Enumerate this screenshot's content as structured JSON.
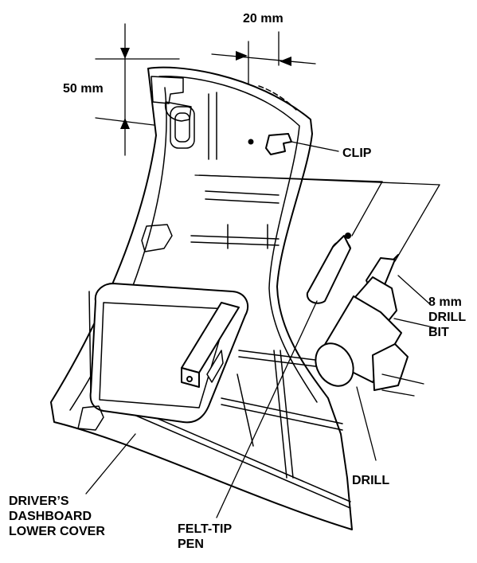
{
  "labels": {
    "dim_20": "20 mm",
    "dim_50": "50 mm",
    "clip": "CLIP",
    "drill_bit": "8 mm\nDRILL\nBIT",
    "drill": "DRILL",
    "cover": "DRIVER’S\nDASHBOARD\nLOWER COVER",
    "pen": "FELT-TIP\nPEN"
  }
}
